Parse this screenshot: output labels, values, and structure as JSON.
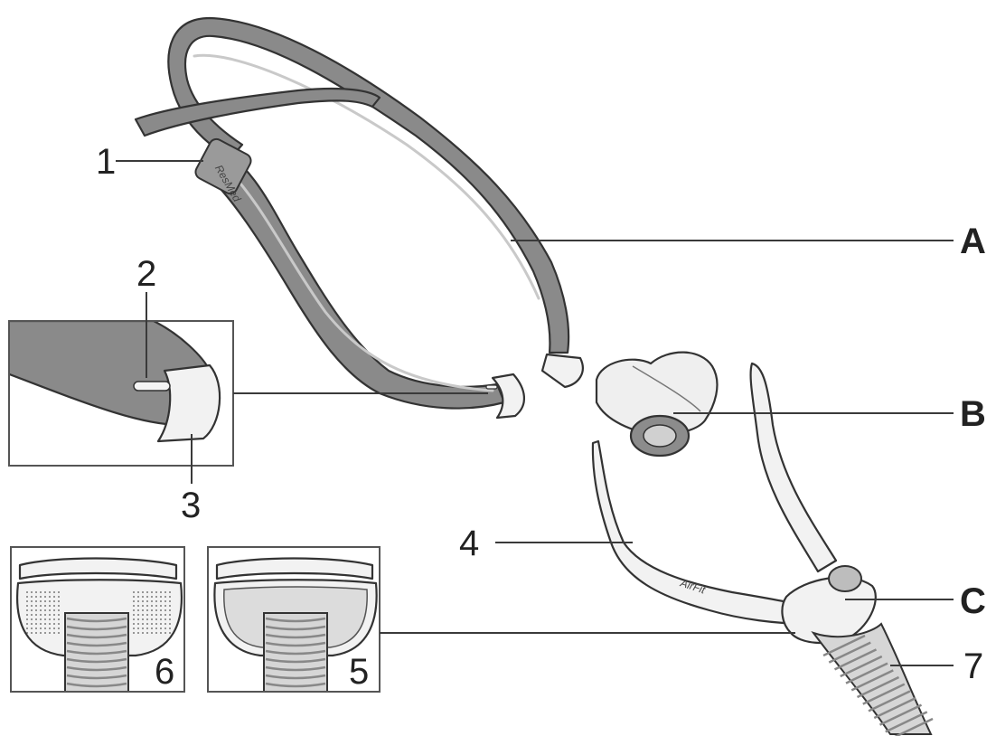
{
  "callouts": {
    "A": "A",
    "B": "B",
    "C": "C",
    "n1": "1",
    "n2": "2",
    "n3": "3",
    "n4": "4",
    "n5": "5",
    "n6": "6",
    "n7": "7"
  },
  "frame_brand": "AirFit"
}
